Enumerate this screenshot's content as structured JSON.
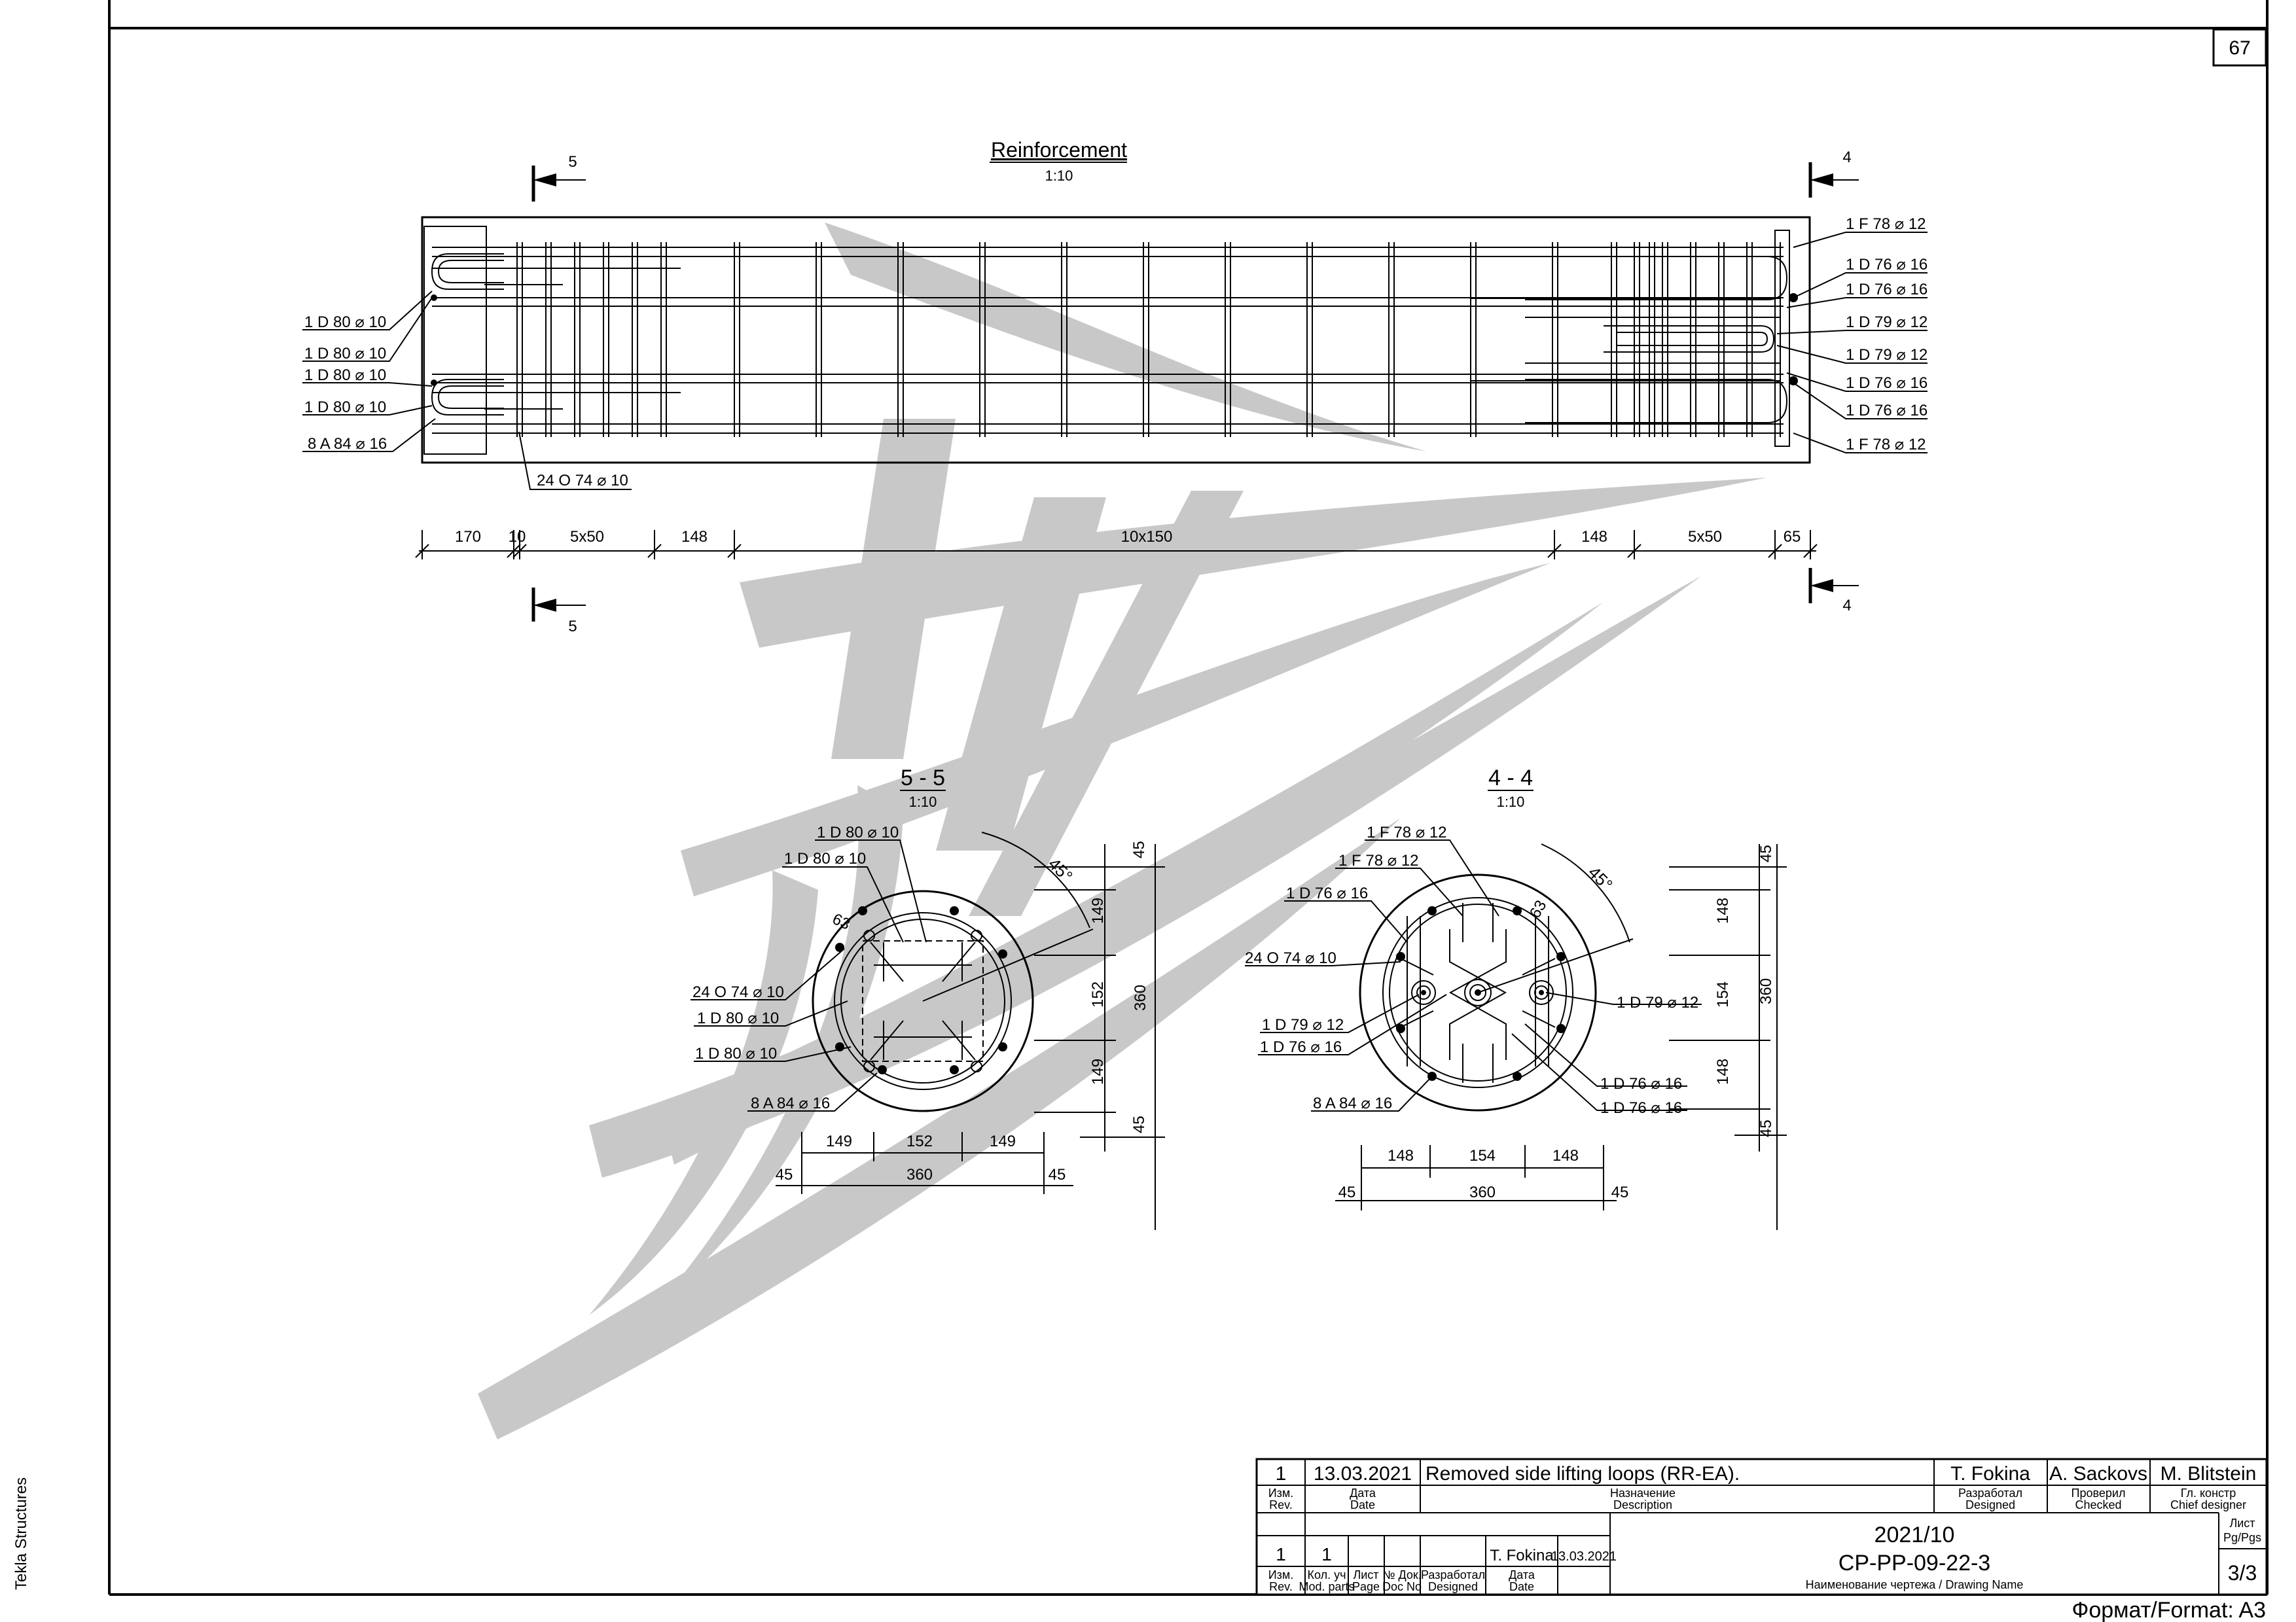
{
  "sheet": {
    "page_number": "67",
    "side_label": "Tekla Structures",
    "format_label": "Формат/Format: A3"
  },
  "views": {
    "main": {
      "title": "Reinforcement",
      "scale": "1:10",
      "section_5": "5",
      "section_4": "4",
      "labels_left": [
        "1 D 80 ⌀ 10",
        "1 D 80 ⌀ 10",
        "1 D 80 ⌀ 10",
        "1 D 80 ⌀ 10",
        "8 A 84 ⌀ 16"
      ],
      "label_bottom": "24 O 74 ⌀ 10",
      "labels_right": [
        "1 F 78 ⌀ 12",
        "1 D 76 ⌀ 16",
        "1 D 76 ⌀ 16",
        "1 D 79 ⌀ 12",
        "1 D 79 ⌀ 12",
        "1 D 76 ⌀ 16",
        "1 D 76 ⌀ 16",
        "1 F 78 ⌀ 12"
      ],
      "dims": [
        "170",
        "10",
        "5x50",
        "148",
        "10x150",
        "148",
        "5x50",
        "65"
      ]
    },
    "section55": {
      "title": "5 - 5",
      "scale": "1:10",
      "labels": [
        "1 D 80 ⌀ 10",
        "1 D 80 ⌀ 10",
        "24 O 74 ⌀ 10",
        "1 D 80 ⌀ 10",
        "1 D 80 ⌀ 10",
        "8 A 84 ⌀ 16"
      ],
      "angle": "45°",
      "cover": "63",
      "dims_right": [
        "45",
        "149",
        "152",
        "149",
        "45"
      ],
      "dim_right_total": "360",
      "dims_bottom": [
        "149",
        "152",
        "149"
      ],
      "dims_bottom_total": [
        "45",
        "360",
        "45"
      ]
    },
    "section44": {
      "title": "4 - 4",
      "scale": "1:10",
      "labels_left": [
        "1 F 78 ⌀ 12",
        "1 F 78 ⌀ 12",
        "1 D 76 ⌀ 16",
        "24 O 74 ⌀ 10",
        "1 D 79 ⌀ 12",
        "1 D 76 ⌀ 16",
        "8 A 84 ⌀ 16"
      ],
      "labels_right": [
        "1 D 79 ⌀ 12",
        "1 D 76 ⌀ 16",
        "1 D 76 ⌀ 16"
      ],
      "angle": "45°",
      "cover": "63",
      "dims_right": [
        "45",
        "148",
        "154",
        "148",
        "45"
      ],
      "dim_right_total": "360",
      "dims_bottom": [
        "148",
        "154",
        "148"
      ],
      "dims_bottom_total": [
        "45",
        "360",
        "45"
      ]
    }
  },
  "title_block": {
    "rev_row": {
      "rev": "1",
      "date": "13.03.2021",
      "description": "Removed side lifting loops (RR-EA).",
      "designed": "T. Fokina",
      "checked": "A. Sackovs",
      "chief": "M. Blitstein"
    },
    "headers": {
      "rev": [
        "Изм.",
        "Rev."
      ],
      "date": [
        "Дата",
        "Date"
      ],
      "description": [
        "Назначение",
        "Description"
      ],
      "designed": [
        "Разработал",
        "Designed"
      ],
      "checked": [
        "Проверил",
        "Checked"
      ],
      "chief": [
        "Гл. констр",
        "Chief designer"
      ]
    },
    "lower_row": {
      "rev": "1",
      "mod_parts": "1",
      "designed": "T. Fokina",
      "date": "13.03.2021"
    },
    "lower_headers": {
      "rev": [
        "Изм.",
        "Rev."
      ],
      "mod_parts": [
        "Кол. уч",
        "Mod. parts"
      ],
      "page": [
        "Лист",
        "Page"
      ],
      "doc_no": [
        "№ Док.",
        "Doc No"
      ],
      "designed": [
        "Разработал",
        "Designed"
      ],
      "date": [
        "Дата",
        "Date"
      ]
    },
    "project": "2021/10",
    "drawing_code": "CP-PP-09-22-3",
    "drawing_name_label": "Наименование чертежа / Drawing Name",
    "pages_label": [
      "Лист",
      "Pg/Pgs"
    ],
    "pages": "3/3"
  },
  "colors": {
    "line": "#000000",
    "watermark": "#c8c8c8",
    "paper": "#ffffff"
  }
}
